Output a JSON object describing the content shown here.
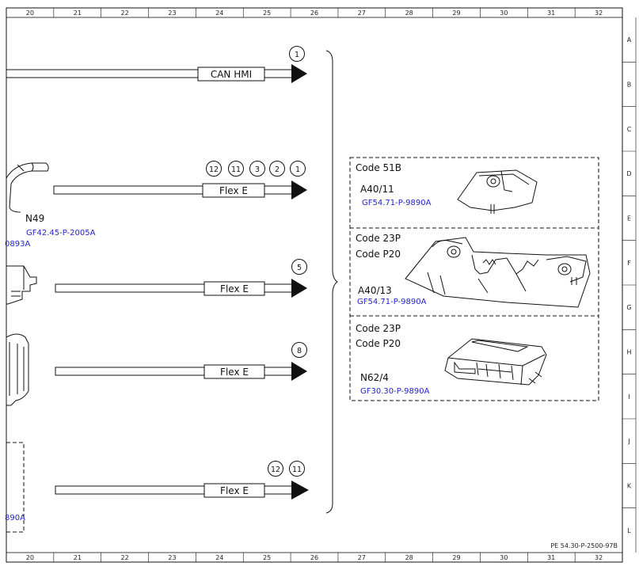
{
  "grid": {
    "columns": [
      "20",
      "21",
      "22",
      "23",
      "24",
      "25",
      "26",
      "27",
      "28",
      "29",
      "30",
      "31",
      "32"
    ],
    "rows": [
      "A",
      "B",
      "C",
      "D",
      "E",
      "F",
      "G",
      "H",
      "I",
      "J",
      "K",
      "L"
    ]
  },
  "document_ref": "PE 54.30-P-2500-97B",
  "buses": [
    {
      "label": "CAN HMI",
      "callouts": [
        "1"
      ]
    },
    {
      "label": "Flex E",
      "callouts": [
        "12",
        "11",
        "3",
        "2",
        "1"
      ]
    },
    {
      "label": "Flex E",
      "callouts": [
        "5"
      ]
    },
    {
      "label": "Flex E",
      "callouts": [
        "8"
      ]
    },
    {
      "label": "Flex E",
      "callouts": [
        "12",
        "11"
      ]
    }
  ],
  "left_components": {
    "n49": {
      "label": "N49",
      "doc": "GF42.45-P-2005A"
    },
    "partial_doc_1": "0893A",
    "partial_doc_2": "890A"
  },
  "variants": [
    {
      "codes": [
        "Code 51B"
      ],
      "component": "A40/11",
      "doc": "GF54.71-P-9890A"
    },
    {
      "codes": [
        "Code 23P",
        "Code P20"
      ],
      "component": "A40/13",
      "doc": "GF54.71-P-9890A"
    },
    {
      "codes": [
        "Code 23P",
        "Code P20"
      ],
      "component": "N62/4",
      "doc": "GF30.30-P-9890A"
    }
  ]
}
